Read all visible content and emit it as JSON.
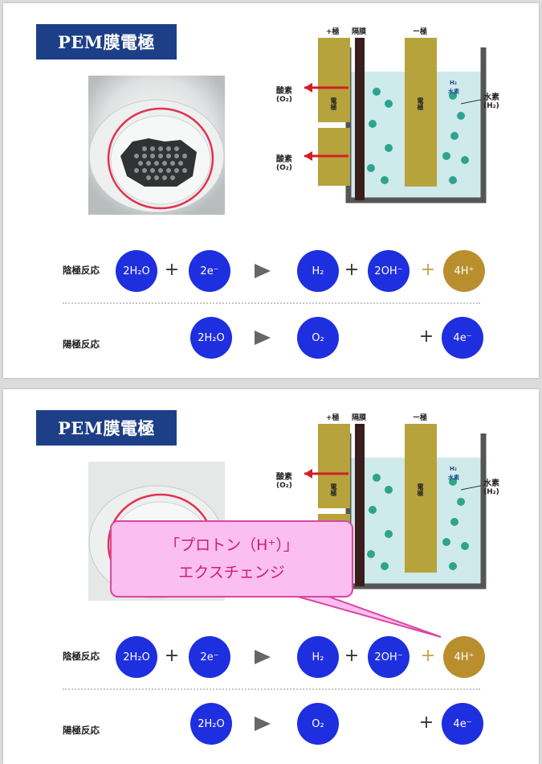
{
  "slides": [
    {
      "title": "PEM膜電極",
      "diagram": {
        "plus_label": "+極",
        "membrane_label": "隔膜",
        "minus_label": "ー極",
        "electrode_text": "電極",
        "oxygen_label": "酸素",
        "oxygen_formula": "(O₂)",
        "hydrogen_label": "水素",
        "hydrogen_formula": "(H₂)",
        "h2_small": "H₂",
        "h2_small_sub": "水素"
      },
      "cathode": {
        "label": "陰極反応",
        "items": [
          "2H₂O",
          "+",
          "2e⁻",
          "▶",
          "H₂",
          "+",
          "2OH⁻",
          "+",
          "4H⁺"
        ]
      },
      "anode": {
        "label": "陽極反応",
        "items": [
          "2H₂O",
          "▶",
          "O₂",
          "+",
          "4e⁻"
        ]
      }
    },
    {
      "title": "PEM膜電極",
      "diagram": {
        "plus_label": "+極",
        "membrane_label": "隔膜",
        "minus_label": "ー極",
        "electrode_text": "電極",
        "oxygen_label": "酸素",
        "oxygen_formula": "(O₂)",
        "hydrogen_label": "水素",
        "hydrogen_formula": "(H₂)",
        "h2_small": "H₂",
        "h2_small_sub": "水素"
      },
      "callout": {
        "line1": "「プロトン（H⁺）」",
        "line2": "エクスチェンジ"
      },
      "cathode": {
        "label": "陰極反応",
        "items": [
          "2H₂O",
          "+",
          "2e⁻",
          "▶",
          "H₂",
          "+",
          "2OH⁻",
          "+",
          "4H⁺"
        ]
      },
      "anode": {
        "label": "陽極反応",
        "items": [
          "2H₂O",
          "▶",
          "O₂",
          "+",
          "4e⁻"
        ]
      }
    }
  ],
  "colors": {
    "title_bg": "#1d3f88",
    "circle_blue": "#1e2fe0",
    "circle_gold": "#b98f2d",
    "arrow_red": "#d01f27",
    "callout_bg": "#fbbef0",
    "callout_text": "#cc1e6e"
  }
}
